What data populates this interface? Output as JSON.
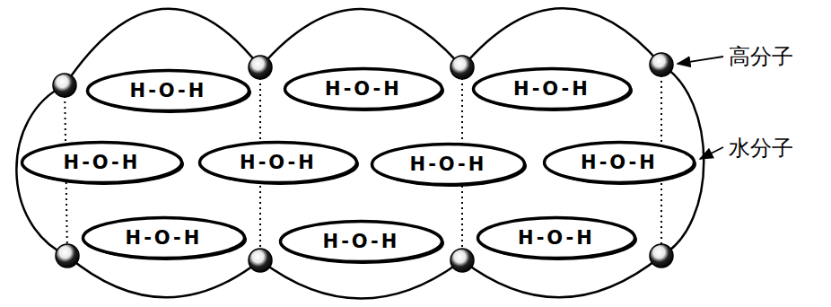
{
  "diagram": {
    "nodes": [
      {
        "text": [
          "H-O-H"
        ]
      },
      {
        "text": [
          "H-O-H"
        ]
      },
      {
        "text": [
          "H-O-H"
        ]
      },
      {
        "text": [
          "H-O-H"
        ]
      },
      {
        "text": [
          "H-O-H"
        ]
      },
      {
        "text": [
          "H-O-H"
        ]
      },
      {
        "text": [
          "H-O-H"
        ]
      },
      {
        "text": [
          "H-O-H"
        ]
      },
      {
        "text": [
          "H-O-H"
        ]
      },
      {
        "text": [
          "H-O-H"
        ]
      }
    ],
    "labels": [
      "高分子",
      "水分子"
    ]
  }
}
